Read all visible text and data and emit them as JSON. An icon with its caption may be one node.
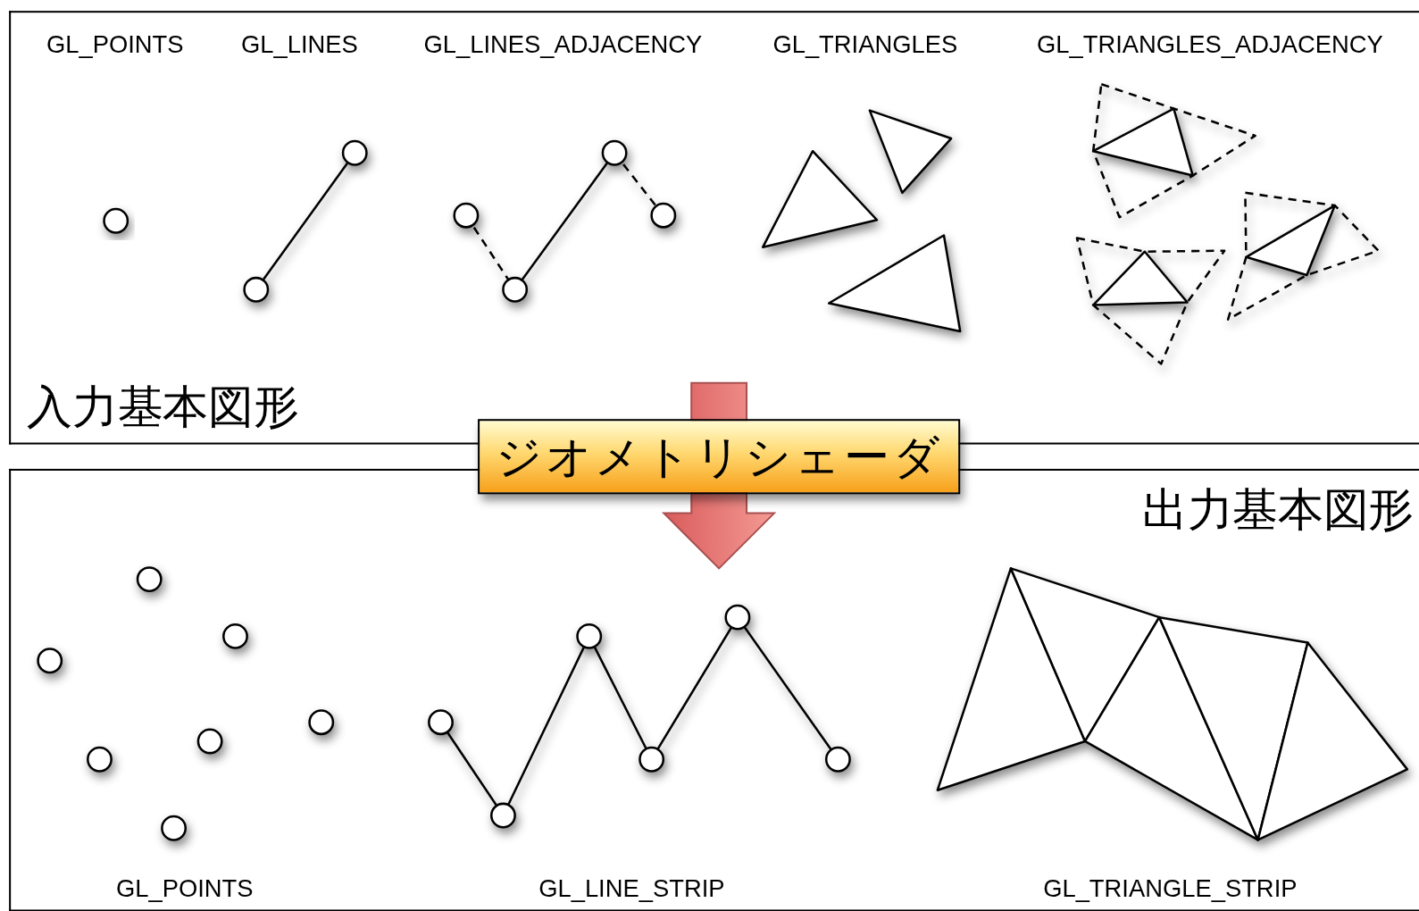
{
  "diagram": {
    "nodes": [
      {
        "text": [
          "入力基本図形"
        ]
      },
      {
        "text": [
          "出力基本図形"
        ]
      },
      {
        "text": [
          "ジオメトリシェーダ"
        ]
      }
    ],
    "edges": [
      {
        "from": 0,
        "to": 1,
        "arrow": "to",
        "style": "thick",
        "color": "#e06a6a"
      }
    ],
    "labels": [
      "GL_POINTS",
      "GL_LINES",
      "GL_LINES_ADJACENCY",
      "GL_TRIANGLES",
      "GL_TRIANGLES_ADJACENCY",
      "GL_POINTS",
      "GL_LINE_STRIP",
      "GL_TRIANGLE_STRIP"
    ]
  }
}
